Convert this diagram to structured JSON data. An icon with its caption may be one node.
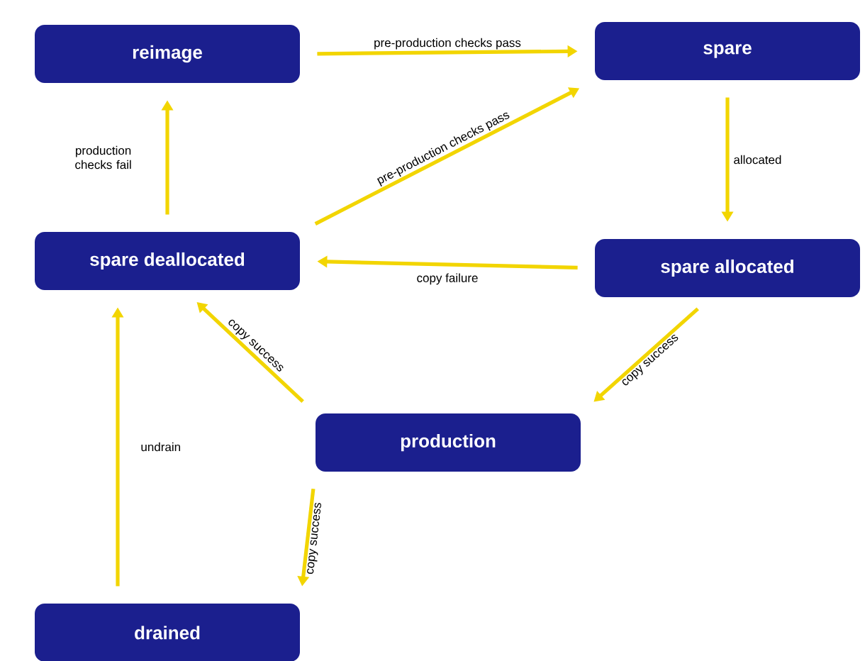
{
  "diagram": {
    "nodes": [
      {
        "text": [
          "reimage"
        ]
      },
      {
        "text": [
          "spare"
        ]
      },
      {
        "text": [
          "spare deallocated"
        ]
      },
      {
        "text": [
          "spare allocated"
        ]
      },
      {
        "text": [
          "production"
        ]
      },
      {
        "text": [
          "drained"
        ]
      }
    ],
    "edges": [
      {
        "from": 0,
        "to": 1,
        "arrow": "to",
        "label": "pre-production checks pass"
      },
      {
        "from": 1,
        "to": 3,
        "arrow": "to",
        "label": "allocated"
      },
      {
        "from": 3,
        "to": 2,
        "arrow": "to",
        "label": "copy failure"
      },
      {
        "from": 2,
        "to": 1,
        "arrow": "to",
        "label": "pre-production checks pass"
      },
      {
        "from": 2,
        "to": 0,
        "arrow": "to",
        "label": "production checks fail"
      },
      {
        "from": 3,
        "to": 4,
        "arrow": "to",
        "label": "copy success"
      },
      {
        "from": 4,
        "to": 2,
        "arrow": "to",
        "label": "copy success"
      },
      {
        "from": 4,
        "to": 5,
        "arrow": "to",
        "label": "copy success"
      },
      {
        "from": 5,
        "to": 2,
        "arrow": "to",
        "label": "undrain"
      }
    ]
  }
}
